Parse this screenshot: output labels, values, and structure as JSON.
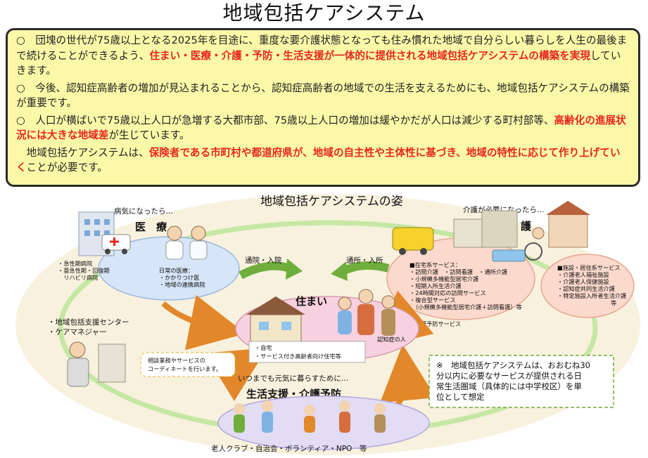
{
  "title": "地域包括ケアシステム",
  "intro": {
    "p1_a": "○　団塊の世代が75歳以上となる2025年を目途に、重度な要介護状態となっても住み慣れた地域で自分らしい暮らしを人生の最後まで続けることができるよう、",
    "p1_b": "住まい・医療・介護・予防・生活支援が一体的に提供される地域包括ケアシステムの構築を実現",
    "p1_c": "していきます。",
    "p2": "○　今後、認知症高齢者の増加が見込まれることから、認知症高齢者の地域での生活を支えるためにも、地域包括ケアシステムの構築が重要です。",
    "p3_a": "○　人口が横ばいで75歳以上人口が急増する大都市部、75歳以上人口の増加は緩やかだが人口は減少する町村部等、",
    "p3_b": "高齢化の進展状況には大きな地域差",
    "p3_c": "が生じています。",
    "p4_a": "　地域包括ケアシステムは、",
    "p4_b": "保険者である市町村や都道府県が、地域の自主性や主体性に基づき、地域の特性に応じて作り上げていく",
    "p4_c": "ことが必要です。"
  },
  "diagram": {
    "title": "地域包括ケアシステムの姿",
    "medical": {
      "caption": "病気になったら…",
      "label": "医　療",
      "hospitals": [
        "・急性期病院",
        "・亜急性期・回復期",
        "　リハビリ病院"
      ],
      "daily": [
        "日常の医療：",
        "・かかりつけ医",
        "・地域の連携病院"
      ]
    },
    "care": {
      "caption": "介護が必要になったら…",
      "label": "介　護",
      "home_services": [
        "■在宅系サービス：",
        "・訪問介護　・訪問看護　・通所介護",
        "・小規模多機能型居宅介護",
        "・短期入所生活介護",
        "・24時間対応の訪問サービス",
        "・複合型サービス",
        "　（小規模多機能型居宅介護＋訪問看護）等"
      ],
      "prevention": "■介護予防サービス",
      "facility_services": [
        "■施設・居住系サービス",
        "・介護老人福祉施設",
        "・介護老人保健施設",
        "・認知症共同生活介護",
        "・特定施設入所者生活介護",
        "等"
      ]
    },
    "arrow_left": "通院・入院",
    "arrow_right": "通所・入所",
    "home": {
      "label": "住まい",
      "items": [
        "・自宅",
        "・サービス付き高齢者向け住宅等"
      ],
      "elder": "認知症の人"
    },
    "support_center": [
      "・地域包括支援センター",
      "・ケアマネジャー"
    ],
    "consult_bubble": [
      "相談業務やサービスの",
      "コーディネートを行います。"
    ],
    "life": {
      "caption": "いつまでも元気に暮らすために…",
      "label": "生活支援・介護予防",
      "groups": "老人クラブ・自治会・ボランティア・NPO　等"
    },
    "note": [
      "※　地域包括ケアシステムは、おおむね30",
      "分以内に必要なサービスが提供される日",
      "常生活圏域（具体的には中学校区）を単",
      "位として想定"
    ],
    "colors": {
      "box_fill": "#fbf9a8",
      "emphasis": "#e8261e",
      "arrow": "#e2882b",
      "green_arrow": "#6fae3c",
      "ring": "#c5e7a4",
      "background": "#f8f1de"
    }
  }
}
